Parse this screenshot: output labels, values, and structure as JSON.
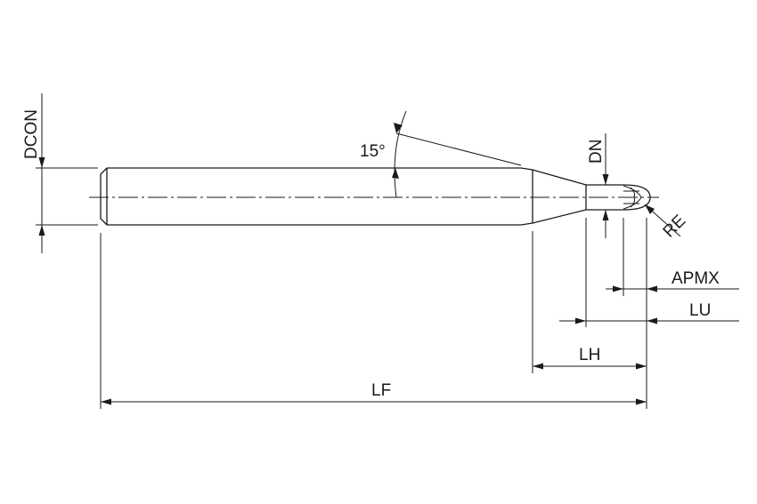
{
  "labels": {
    "dcon": "DCON",
    "angle": "15°",
    "dn": "DN",
    "re": "RE",
    "apmx": "APMX",
    "lu": "LU",
    "lh": "LH",
    "lf": "LF"
  },
  "colors": {
    "line": "#1a1a1a",
    "background": "#ffffff"
  }
}
